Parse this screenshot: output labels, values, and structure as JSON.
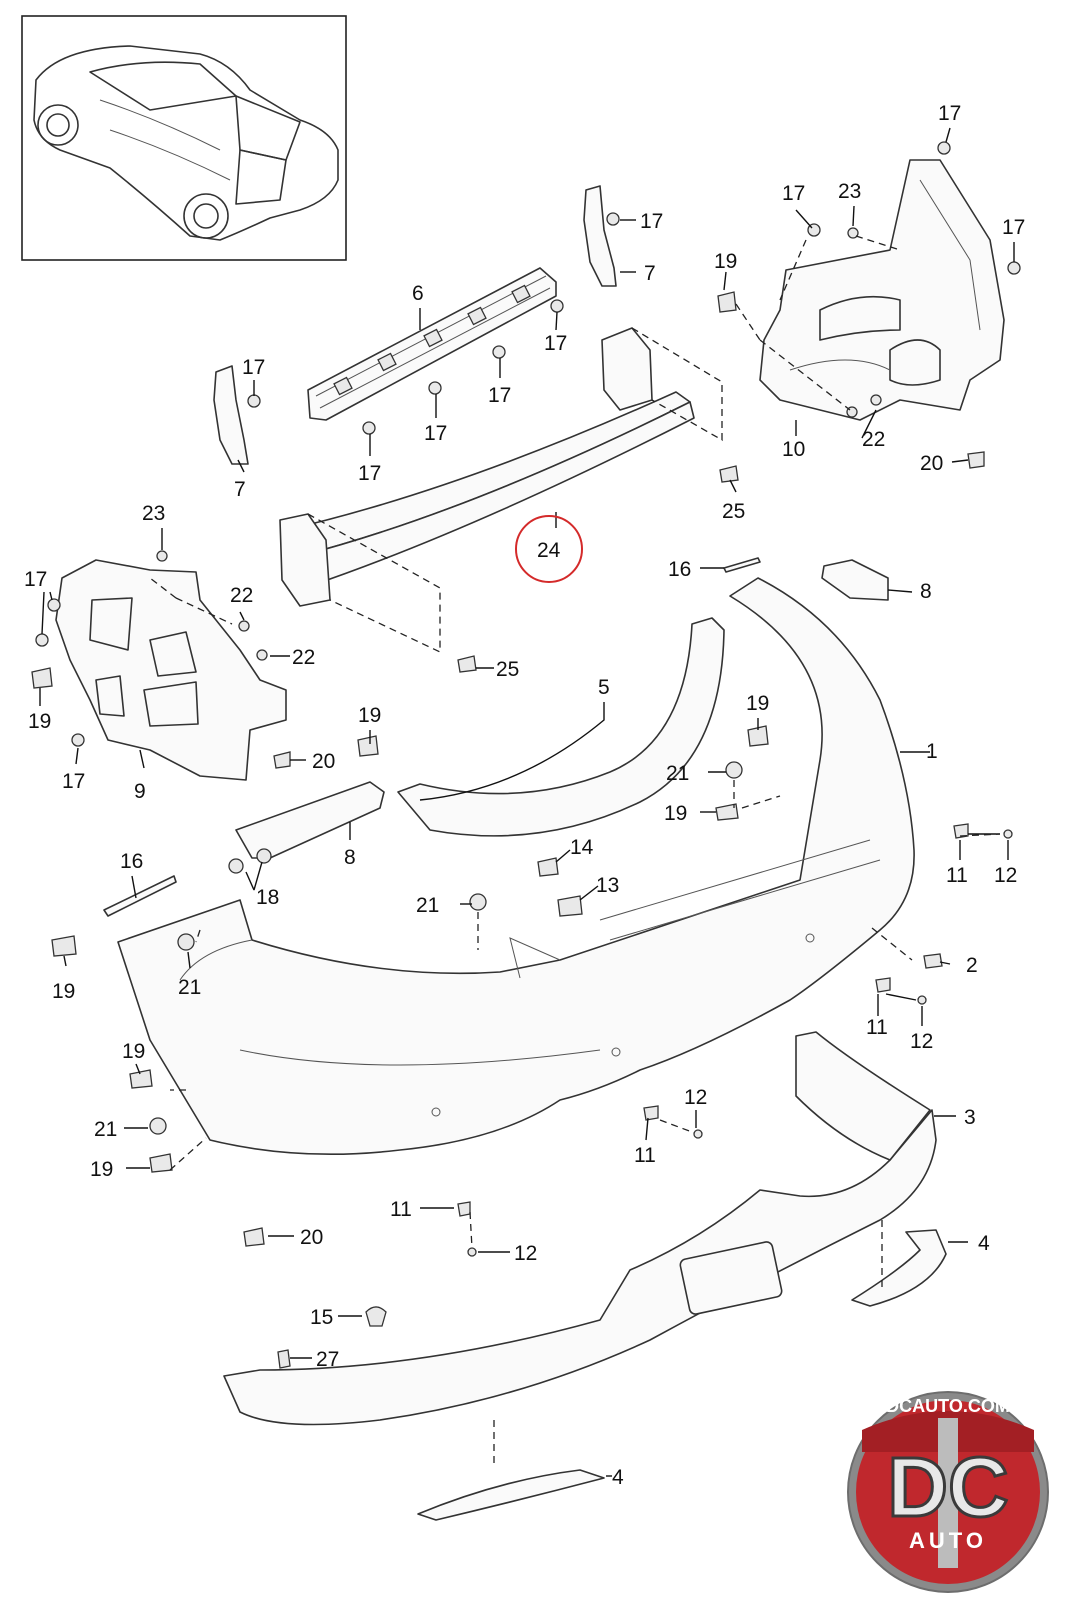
{
  "diagram": {
    "callout_numbers": [
      "1",
      "2",
      "3",
      "4",
      "5",
      "6",
      "7",
      "8",
      "9",
      "10",
      "11",
      "12",
      "13",
      "14",
      "15",
      "16",
      "17",
      "18",
      "19",
      "20",
      "21",
      "22",
      "23",
      "24",
      "25",
      "27"
    ],
    "highlighted_part": "24",
    "highlight_color": "#d42a2a"
  },
  "watermark": {
    "site": "DCAUTO.COM",
    "letters": "DC",
    "word": "AUTO",
    "badge_color": "#c0282d",
    "badge_ring_color": "#8a8a8a"
  }
}
